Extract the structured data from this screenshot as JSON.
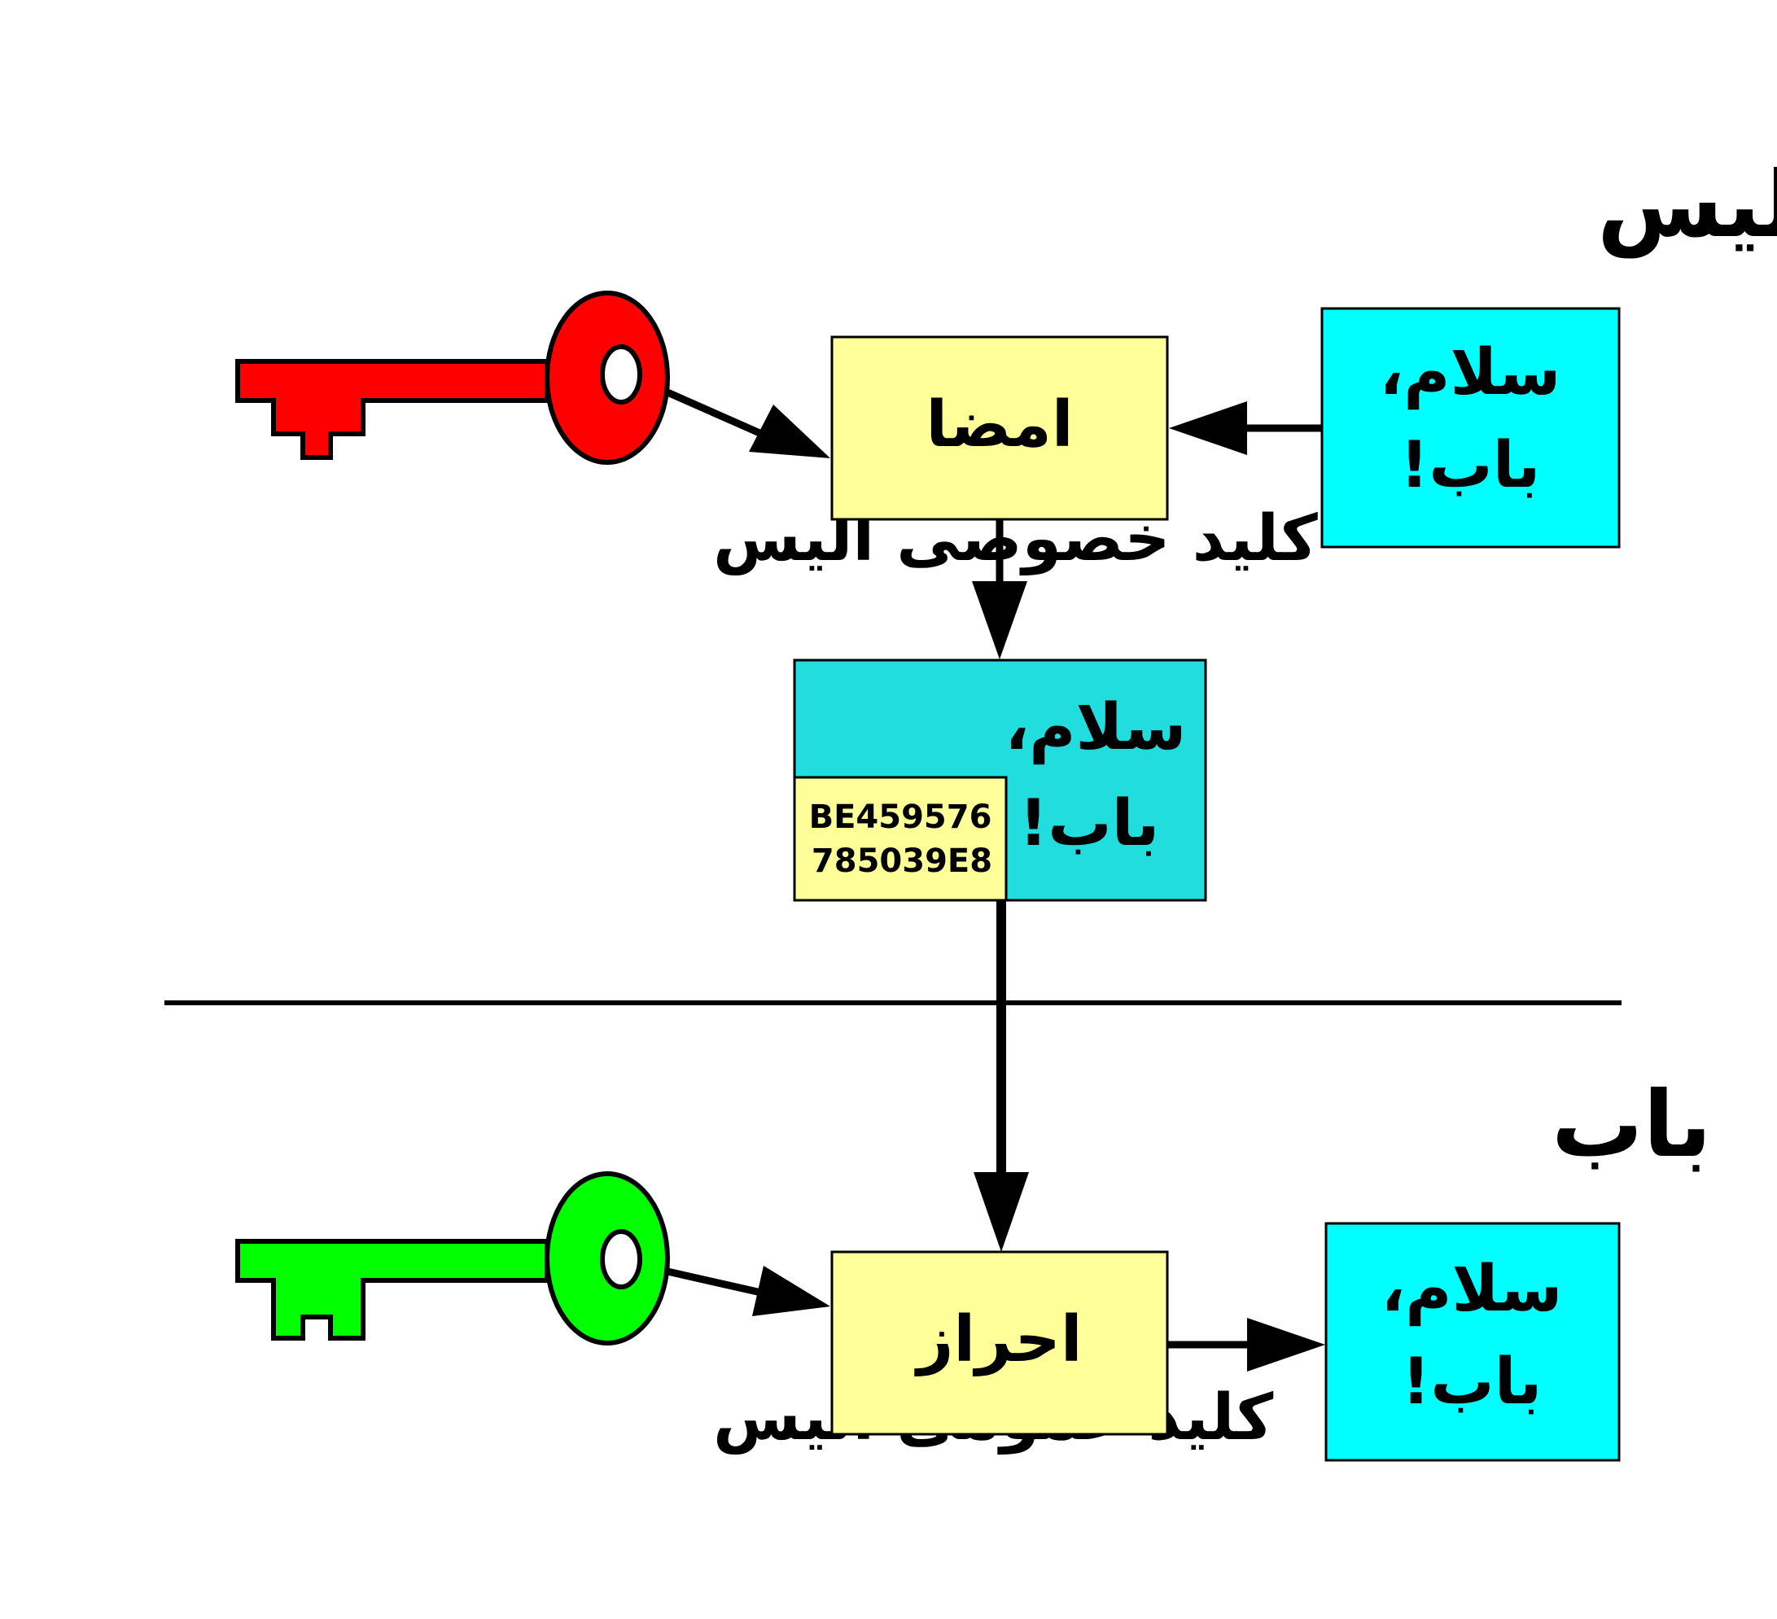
{
  "alice": {
    "title": "آلیس",
    "private_key_label": "کلید خصوصی آلیس",
    "message_line1": "سلام،",
    "message_line2": "باب!",
    "sign_label": "امضا",
    "signed_message_line1": "سلام،",
    "signed_message_line2": "باب!",
    "signature_line1": "BE459576",
    "signature_line2": "785039E8"
  },
  "bob": {
    "title": "باب",
    "public_key_label": "کلید عمومی آلیس",
    "verify_label": "احراز",
    "message_line1": "سلام،",
    "message_line2": "باب!"
  },
  "colors": {
    "private_key": "#ff0000",
    "public_key": "#00ff00",
    "process_box": "#ffff99",
    "message_box": "#00ffff",
    "signed_box": "#22dddd"
  }
}
